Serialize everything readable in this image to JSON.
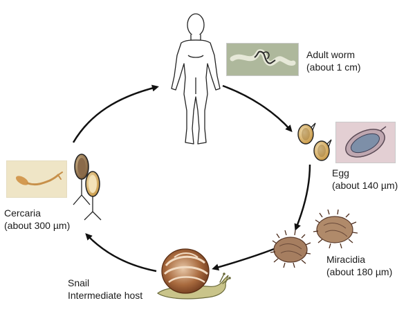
{
  "stages": {
    "adult_worm": {
      "name": "Adult worm",
      "size": "(about 1 cm)"
    },
    "egg": {
      "name": "Egg",
      "size": "(about 140 µm)"
    },
    "miracidia": {
      "name": "Miracidia",
      "size": "(about 180 µm)"
    },
    "snail": {
      "name": "Snail",
      "role": "Intermediate host"
    },
    "cercaria": {
      "name": "Cercaria",
      "size": "(about 300 µm)"
    }
  },
  "colors": {
    "arrow": "#111111",
    "egg_shell": "#b88a3a",
    "snail_shell": "#9b5a2e",
    "photo_bg_worm": "#b7c0a6",
    "photo_bg_egg": "#e6d2d5",
    "photo_bg_cercaria": "#f0e6c8"
  },
  "icons": [
    "human-figure-icon",
    "egg-icon",
    "miracidium-icon",
    "snail-icon",
    "cercaria-icon"
  ]
}
